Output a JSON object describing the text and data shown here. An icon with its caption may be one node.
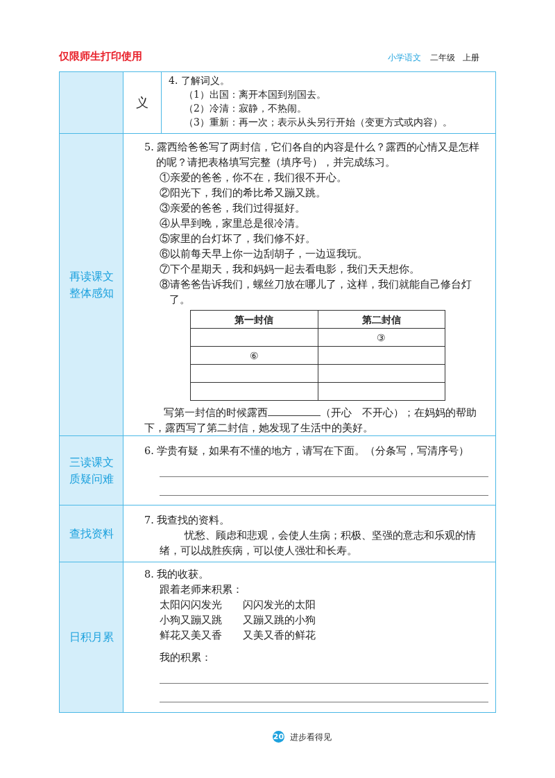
{
  "diagram": {
    "labels": [
      "仅限师生打印使用",
      "小学语文",
      "二年级",
      "上册",
      "义",
      "4. 了解词义。",
      "（1）出国：离开本国到别国去。",
      "（2）冷清：寂静，不热闹。",
      "（3）重新：再一次；表示从头另行开始（变更方式或内容）。",
      "再读课文整体感知",
      "5. 露西给爸爸写了两封信，它们各自的内容是什么？露西的心情又是怎样的呢？请把表格填写完整（填序号），并完成练习。",
      "①亲爱的爸爸，你不在，我们很不开心。",
      "②阳光下，我们的希比希又蹦又跳。",
      "③亲爱的爸爸，我们过得挺好。",
      "④从早到晚，家里总是很冷清。",
      "⑤家里的台灯坏了，我们修不好。",
      "⑥以前每天早上你一边刮胡子，一边逗我玩。",
      "⑦下个星期天，我和妈妈一起去看电影，我们天天想你。",
      "⑧请爸爸告诉我们，螺丝刀放在哪儿了，这样，我们就能自己修台灯了。",
      "第一封信",
      "第二封信",
      "③",
      "⑥",
      "写第一封信的时候露西",
      "（开心　不开心）；在妈妈的帮助下，露西写了第二封信，她发现了生活中的美好。",
      "三读课文质疑问难",
      "6. 学贵有疑，如果有不懂的地方，请写在下面。（分条写，写清序号）",
      "查找资料",
      "7. 我查找的资料。",
      "忧愁、顾虑和悲观，会使人生病；积极、坚强的意志和乐观的情绪，可以战胜疾病，可以使人强壮和长寿。",
      "日积月累",
      "8. 我的收获。",
      "跟着老师来积累：",
      "太阳闪闪发光",
      "闪闪发光的太阳",
      "小狗又蹦又跳",
      "又蹦又跳的小狗",
      "鲜花又美又香",
      "又美又香的鲜花",
      "我的积累：",
      "20",
      "进步看得见"
    ]
  }
}
